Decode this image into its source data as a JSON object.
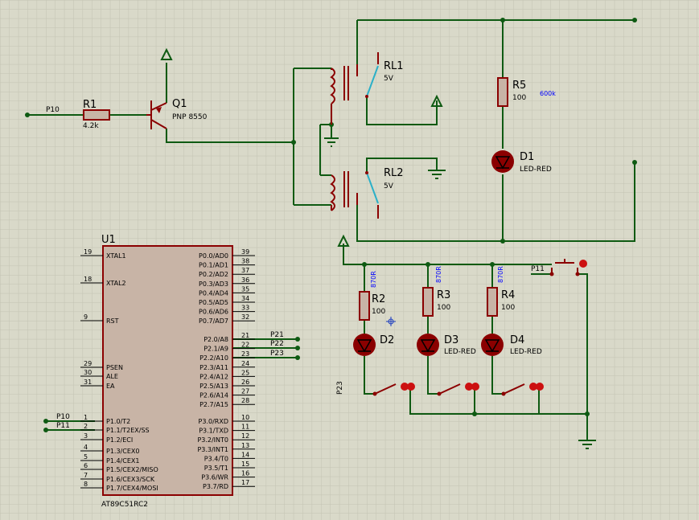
{
  "colors": {
    "background": "#d9d9c9",
    "grid": "#c3c3b2",
    "wire": "#0e5a12",
    "component": "#8b0000",
    "component_fill": "#c8b4a6",
    "led_fill": "#8b0000",
    "label": "#000000",
    "annotation": "#0000ff"
  },
  "labels": {
    "q1_ref": "Q1",
    "q1_value": "PNP 8550",
    "r1_ref": "R1",
    "r1_value": "4.2k",
    "p10_net": "P10",
    "rl1_ref": "RL1",
    "rl1_value": "5V",
    "rl2_ref": "RL2",
    "rl2_value": "5V",
    "r5_ref": "R5",
    "r5_value": "100",
    "r5_note": "600k",
    "d1_ref": "D1",
    "d1_value": "LED-RED",
    "p11_net": "P11",
    "r2_ref": "R2",
    "r2_value": "100",
    "r2_note": "870R",
    "r3_ref": "R3",
    "r3_value": "100",
    "r3_note": "870R",
    "r4_ref": "R4",
    "r4_value": "100",
    "r4_note": "870R",
    "d2_ref": "D2",
    "d3_ref": "D3",
    "d3_value": "LED-RED",
    "d4_ref": "D4",
    "d4_value": "LED-RED",
    "p23_net": "P23"
  },
  "u1": {
    "ref": "U1",
    "part": "AT89C51RC2",
    "left_pins": [
      {
        "num": "19",
        "name": "XTAL1"
      },
      {
        "num": "18",
        "name": "XTAL2"
      },
      {
        "num": "9",
        "name": "RST"
      },
      {
        "num": "29",
        "name": "PSEN"
      },
      {
        "num": "30",
        "name": "ALE"
      },
      {
        "num": "31",
        "name": "EA"
      },
      {
        "num": "1",
        "name": "P1.0/T2"
      },
      {
        "num": "2",
        "name": "P1.1/T2EX/SS"
      },
      {
        "num": "3",
        "name": "P1.2/ECI"
      },
      {
        "num": "4",
        "name": "P1.3/CEX0"
      },
      {
        "num": "5",
        "name": "P1.4/CEX1"
      },
      {
        "num": "6",
        "name": "P1.5/CEX2/MISO"
      },
      {
        "num": "7",
        "name": "P1.6/CEX3/SCK"
      },
      {
        "num": "8",
        "name": "P1.7/CEX4/MOSI"
      }
    ],
    "right_pins": [
      {
        "num": "39",
        "name": "P0.0/AD0"
      },
      {
        "num": "38",
        "name": "P0.1/AD1"
      },
      {
        "num": "37",
        "name": "P0.2/AD2"
      },
      {
        "num": "36",
        "name": "P0.3/AD3"
      },
      {
        "num": "35",
        "name": "P0.4/AD4"
      },
      {
        "num": "34",
        "name": "P0.5/AD5"
      },
      {
        "num": "33",
        "name": "P0.6/AD6"
      },
      {
        "num": "32",
        "name": "P0.7/AD7"
      },
      {
        "num": "21",
        "name": "P2.0/A8"
      },
      {
        "num": "22",
        "name": "P2.1/A9"
      },
      {
        "num": "23",
        "name": "P2.2/A10"
      },
      {
        "num": "24",
        "name": "P2.3/A11"
      },
      {
        "num": "25",
        "name": "P2.4/A12"
      },
      {
        "num": "26",
        "name": "P2.5/A13"
      },
      {
        "num": "27",
        "name": "P2.6/A14"
      },
      {
        "num": "28",
        "name": "P2.7/A15"
      },
      {
        "num": "10",
        "name": "P3.0/RXD"
      },
      {
        "num": "11",
        "name": "P3.1/TXD"
      },
      {
        "num": "12",
        "name": "P3.2/INT0"
      },
      {
        "num": "13",
        "name": "P3.3/INT1"
      },
      {
        "num": "14",
        "name": "P3.4/T0"
      },
      {
        "num": "15",
        "name": "P3.5/T1"
      },
      {
        "num": "16",
        "name": "P3.6/WR"
      },
      {
        "num": "17",
        "name": "P3.7/RD"
      }
    ],
    "left_nets": [
      "P10",
      "P11"
    ],
    "right_nets": [
      "P21",
      "P22",
      "P23"
    ]
  }
}
